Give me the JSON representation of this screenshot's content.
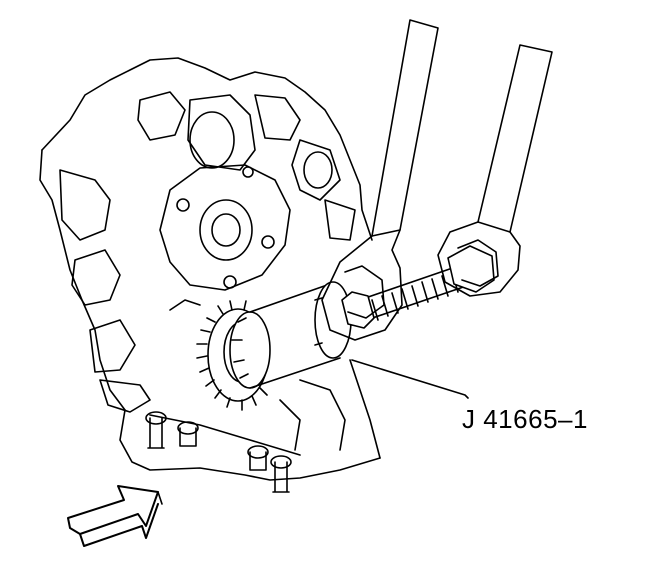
{
  "diagram": {
    "tool_label": "J 41665–1",
    "ink_color": "#000000",
    "paper_color": "#ffffff",
    "parts": [
      "engine-block",
      "timing-gear",
      "crankshaft-bolt",
      "installer-sleeve",
      "threaded-rod",
      "wrench-front",
      "wrench-rear",
      "direction-arrow"
    ]
  }
}
